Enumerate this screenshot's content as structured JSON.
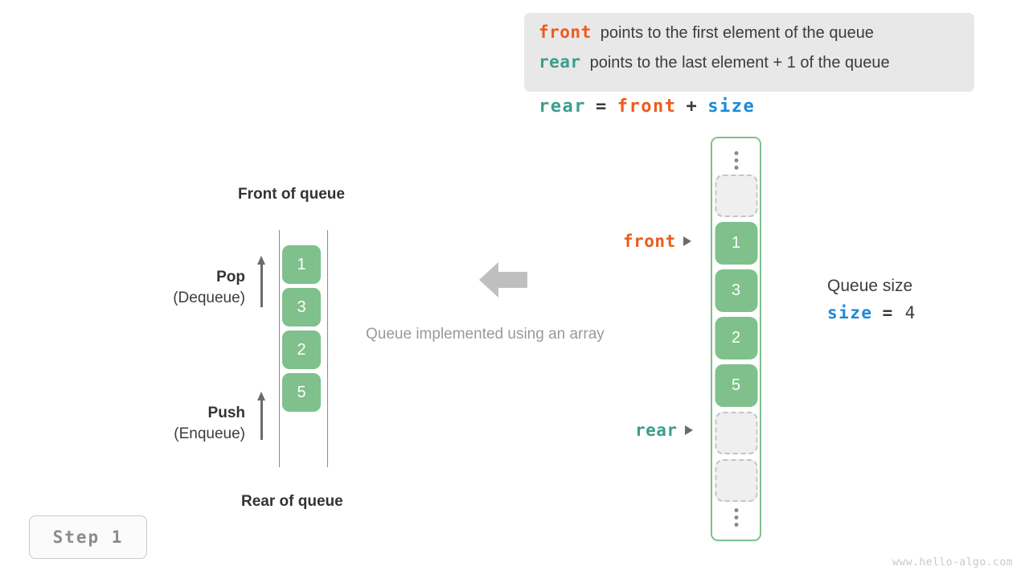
{
  "legend": {
    "lines": [
      {
        "keyword": "front",
        "keyword_color": "#ec5b1d",
        "text": "points to the first element of the queue"
      },
      {
        "keyword": "rear",
        "keyword_color": "#3b9e8f",
        "text": "points to the last element + 1 of the queue"
      }
    ],
    "background": "#e8e8e8"
  },
  "formula": {
    "lhs": "rear",
    "eq": "=",
    "rhs1": "front",
    "plus": "+",
    "rhs2": "size"
  },
  "left_queue": {
    "front_label": "Front of queue",
    "rear_label": "Rear of queue",
    "cells": [
      "1",
      "3",
      "2",
      "5"
    ],
    "cell_color": "#7fc08c",
    "pop": {
      "title": "Pop",
      "subtitle": "(Dequeue)"
    },
    "push": {
      "title": "Push",
      "subtitle": "(Enqueue)"
    }
  },
  "middle": {
    "caption": "Queue implemented using an array",
    "arrow_direction": "left",
    "arrow_color": "#bfbfbf"
  },
  "array": {
    "border_color": "#7fc08c",
    "top_ellipsis": "⋮",
    "bottom_ellipsis": "⋮",
    "slots": [
      {
        "type": "empty",
        "value": ""
      },
      {
        "type": "filled",
        "value": "1"
      },
      {
        "type": "filled",
        "value": "3"
      },
      {
        "type": "filled",
        "value": "2"
      },
      {
        "type": "filled",
        "value": "5"
      },
      {
        "type": "empty",
        "value": ""
      },
      {
        "type": "empty",
        "value": ""
      }
    ],
    "front_pointer": "front",
    "rear_pointer": "rear"
  },
  "size_annotation": {
    "title": "Queue size",
    "name": "size",
    "eq": "=",
    "value": "4"
  },
  "step_badge": "Step 1",
  "watermark": "www.hello-algo.com",
  "colors": {
    "front": "#ec5b1d",
    "rear": "#3b9e8f",
    "size": "#1c8ad4",
    "green": "#7fc08c",
    "gray_text": "#3c3c3c",
    "muted": "#9a9a9a"
  }
}
